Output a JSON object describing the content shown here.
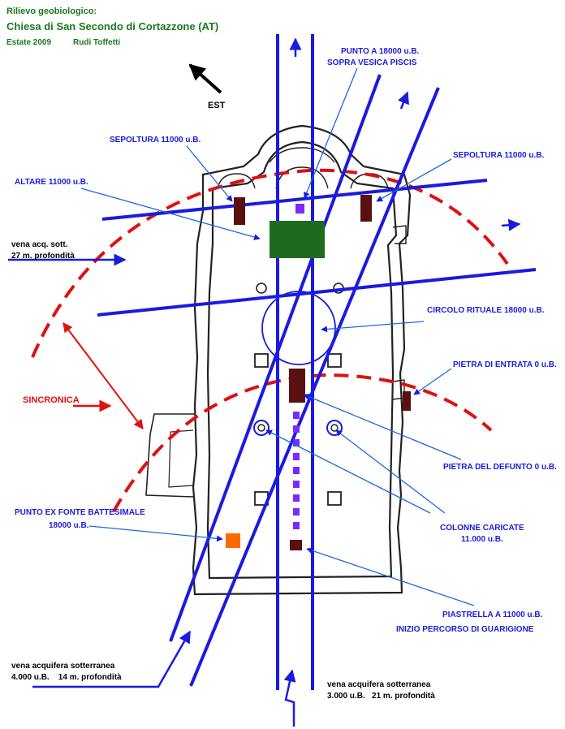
{
  "header": {
    "line1": "Rilievo geobiologico:",
    "title": "Chiesa di San Secondo di Cortazzone (AT)",
    "season": "Estate 2009",
    "author": "Rudi Toffetti"
  },
  "compass": {
    "label": "EST"
  },
  "labels": {
    "punto_a": "PUNTO A 18000 u.B.",
    "sopra_vesica": "SOPRA VESICA PISCIS",
    "sepoltura_left": "SEPOLTURA 11000 u.B.",
    "sepoltura_right": "SEPOLTURA 11000 u.B.",
    "altare": "ALTARE 11000 u.B.",
    "vena_acq_1": "vena acq. sott.",
    "vena_acq_2": "27 m. profondità",
    "circolo": "CIRCOLO RITUALE 18000 u.B.",
    "pietra_entrata": "PIETRA DI ENTRATA 0 u.B.",
    "sincronica": "SINCRONICA",
    "pietra_defunto": "PIETRA DEL DEFUNTO 0 u.B.",
    "colonne_1": "COLONNE CARICATE",
    "colonne_2": "11.000 u.B.",
    "fonte_1": "PUNTO EX FONTE BATTESIMALE",
    "fonte_2": "18000 u.B.",
    "piastrella_1": "PIASTRELLA A 11000 u.B.",
    "piastrella_2": "INIZIO PERCORSO DI GUARIGIONE",
    "vena_left_1": "vena acquifera sotterranea",
    "vena_left_2": "4.000 u.B.    14 m. profondità",
    "vena_right_1": "vena acquifera sotterranea",
    "vena_right_2": "3.000 u.B.   21 m. profondità"
  },
  "colors": {
    "blue_lines": "#1a1ae0",
    "red_curves": "#e01010",
    "header_green": "#1a7a1a",
    "altar_green": "#1e6b1e",
    "burial_brown": "#5a1010",
    "font_orange": "#ff6a00",
    "path_purple": "#7a2aff"
  }
}
